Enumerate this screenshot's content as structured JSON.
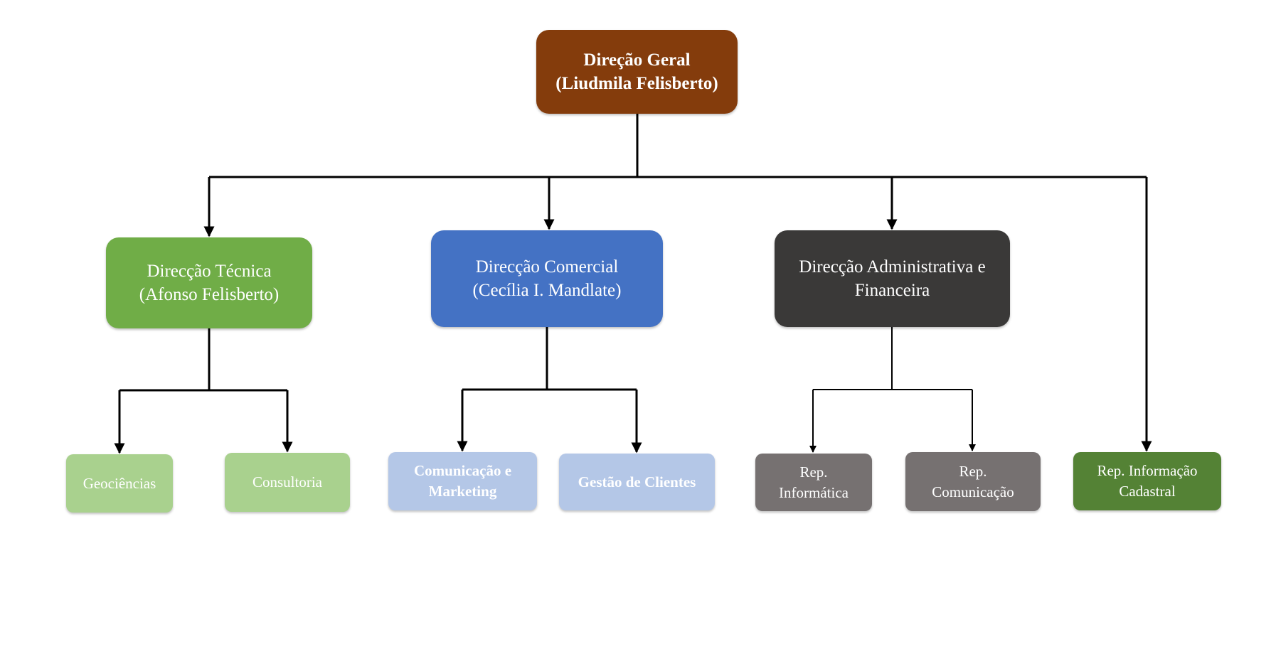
{
  "colors": {
    "line": "#000000",
    "brown": "#843c0c",
    "green": "#70ad47",
    "blue": "#4472c4",
    "dark": "#3a3938",
    "light_green": "#a9d18e",
    "light_blue": "#b4c7e7",
    "gray": "#767171",
    "dark_green": "#548235"
  },
  "nodes": {
    "root": {
      "lines": [
        "Direção Geral",
        "(Liudmila Felisberto)"
      ]
    },
    "tecnica": {
      "lines": [
        "Direcção Técnica",
        "(Afonso Felisberto)"
      ]
    },
    "comercial": {
      "lines": [
        "Direcção Comercial",
        "(Cecília I. Mandlate)"
      ]
    },
    "administrativa": {
      "lines": [
        "Direcção Administrativa e",
        "Financeira"
      ]
    },
    "geociencias": {
      "lines": [
        "Geociências"
      ]
    },
    "consultoria": {
      "lines": [
        "Consultoria"
      ]
    },
    "comunicacao_marketing": {
      "lines": [
        "Comunicação e",
        "Marketing"
      ]
    },
    "gestao_clientes": {
      "lines": [
        "Gestão de Clientes"
      ]
    },
    "rep_informatica": {
      "lines": [
        "Rep.",
        "Informática"
      ]
    },
    "rep_comunicacao": {
      "lines": [
        "Rep.",
        "Comunicação"
      ]
    },
    "rep_cadastral": {
      "lines": [
        "Rep. Informação",
        "Cadastral"
      ]
    }
  }
}
